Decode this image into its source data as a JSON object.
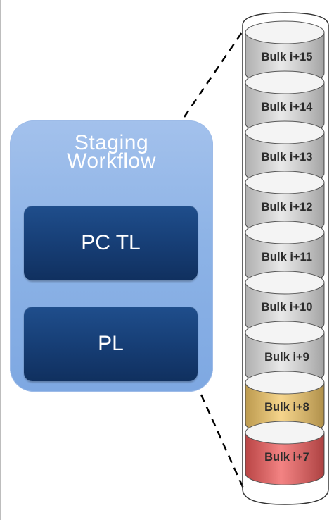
{
  "workflow": {
    "title": "Staging\nWorkflow",
    "stages": [
      {
        "label": "PC TL"
      },
      {
        "label": "PL"
      }
    ]
  },
  "bulks": [
    {
      "label": "Bulk i+15",
      "color": "#e2e2e2"
    },
    {
      "label": "Bulk i+14",
      "color": "#e2e2e2"
    },
    {
      "label": "Bulk i+13",
      "color": "#e2e2e2"
    },
    {
      "label": "Bulk i+12",
      "color": "#e2e2e2"
    },
    {
      "label": "Bulk i+11",
      "color": "#e2e2e2"
    },
    {
      "label": "Bulk i+10",
      "color": "#e2e2e2"
    },
    {
      "label": "Bulk i+9",
      "color": "#e2e2e2"
    },
    {
      "label": "Bulk i+8",
      "color": "#f3c766"
    },
    {
      "label": "Bulk i+7",
      "color": "#ef5a5a"
    }
  ],
  "colors": {
    "panel": "#8db3e6",
    "stage_box": "#163d74",
    "connector": "#000000"
  }
}
